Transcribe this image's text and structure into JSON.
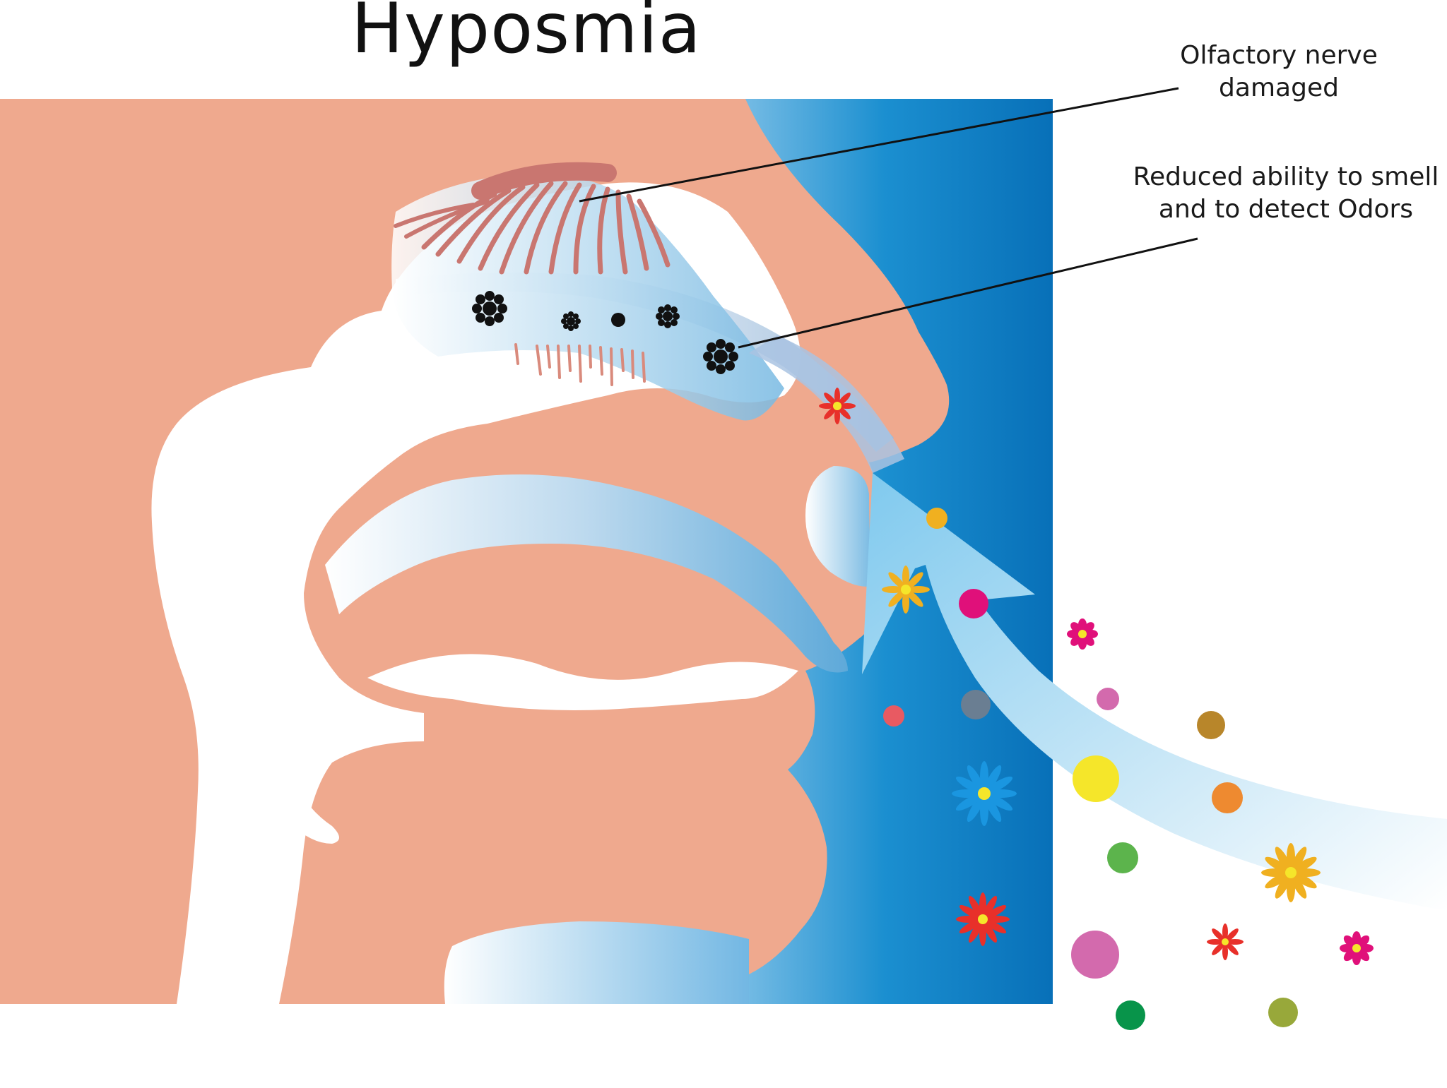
{
  "title": "Hyposmia",
  "callouts": [
    {
      "lines": [
        "Olfactory nerve",
        "damaged"
      ]
    },
    {
      "lines": [
        "Reduced ability to smell",
        "and to detect Odors"
      ]
    }
  ],
  "colors": {
    "skin": "#efa98e",
    "airway": "#ffffff",
    "background_blue_dark": "#0a6fb8",
    "background_blue_light": "#7cbfe6",
    "air_stream": "#8fcdee",
    "nerve": "#c97670",
    "odor_black": "#111111"
  }
}
